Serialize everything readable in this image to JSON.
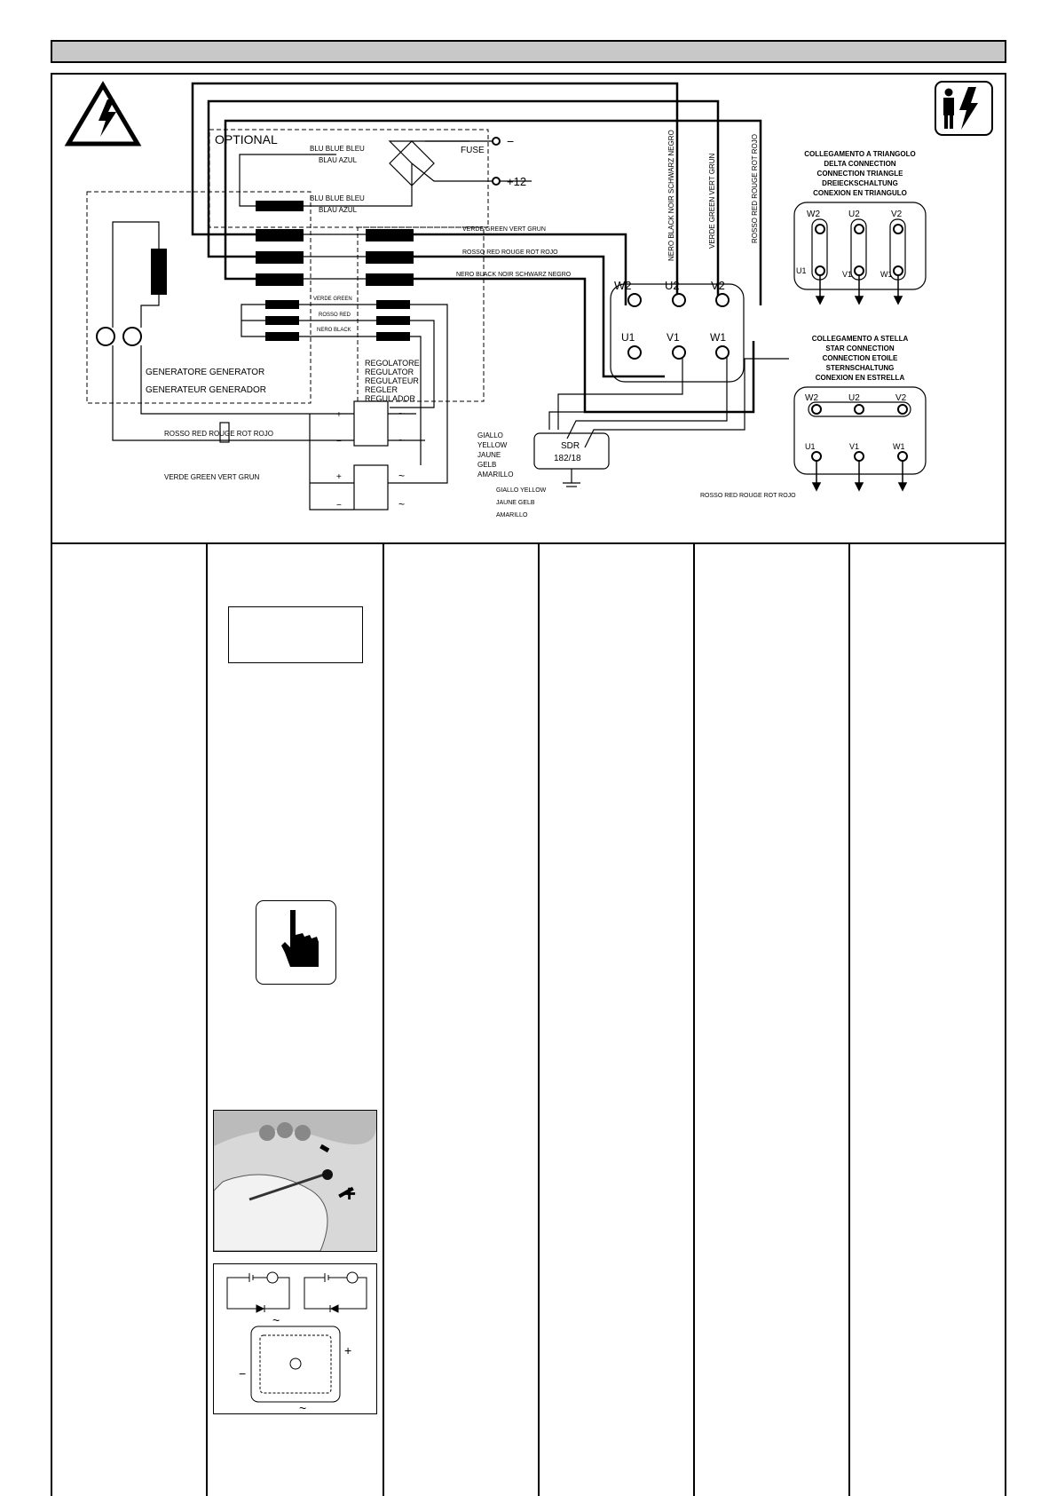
{
  "diagram": {
    "optional_label": "OPTIONAL",
    "fuse_label": "FUSE",
    "minus_label": "−",
    "plus12_label": "+12",
    "blue_wire_1a": "BLU BLUE BLEU",
    "blue_wire_1b": "BLAU AZUL",
    "blue_wire_2a": "BLU BLUE BLEU",
    "blue_wire_2b": "BLAU AZUL",
    "verde_main": "VERDE GREEN VERT GRUN",
    "rosso_main": "ROSSO RED ROUGE ROT ROJO",
    "nero_main": "NERO BLACK NOIR SCHWARZ NEGRO",
    "verde_short": "VERDE GREEN",
    "rosso_short": "ROSSO RED",
    "nero_short": "NERO BLACK",
    "generator_line1": "GENERATORE GENERATOR",
    "generator_line2": "GENERATEUR GENERADOR",
    "regulator_lines": [
      "REGOLATORE",
      "REGULATOR",
      "REGULATEUR",
      "REGLER",
      "REGULADOR"
    ],
    "vertical_nero": "NERO BLACK NOIR SCHWARZ NEGRO",
    "vertical_verde": "VERDE GREEN VERT GRUN",
    "vertical_rosso": "ROSSO RED ROUGE ROT ROJO",
    "terminals_top": [
      "W2",
      "U2",
      "V2"
    ],
    "terminals_bottom": [
      "U1",
      "V1",
      "W1"
    ],
    "rosso_bottom": "ROSSO RED ROUGE ROT ROJO",
    "verde_bottom": "VERDE GREEN VERT GRUN",
    "giallo_lines": [
      "GIALLO",
      "YELLOW",
      "JAUNE",
      "GELB",
      "AMARILLO"
    ],
    "sdr_lines": [
      "SDR",
      "182/18"
    ],
    "giallo_sdr_lines": [
      "GIALLO YELLOW",
      "JAUNE GELB",
      "AMARILLO"
    ],
    "rosso_sdr": "ROSSO RED ROUGE ROT ROJO",
    "plus_sign": "+",
    "minus_sign": "−",
    "ac_sign": "~"
  },
  "delta": {
    "title_lines": [
      "COLLEGAMENTO A TRIANGOLO",
      "DELTA CONNECTION",
      "CONNECTION TRIANGLE",
      "DREIECKSCHALTUNG",
      "CONEXION EN TRIANGULO"
    ],
    "top_labels": [
      "W2",
      "U2",
      "V2"
    ],
    "bottom_labels": [
      "U1",
      "V1",
      "W1"
    ]
  },
  "star": {
    "title_lines": [
      "COLLEGAMENTO A STELLA",
      "STAR CONNECTION",
      "CONNECTION ETOILE",
      "STERNSCHALTUNG",
      "CONEXION EN ESTRELLA"
    ],
    "top_labels": [
      "W2",
      "U2",
      "V2"
    ],
    "bottom_labels": [
      "U1",
      "V1",
      "W1"
    ]
  },
  "icons": {
    "warning": "high-voltage-warning-icon",
    "person_voltage": "electrician-voltage-icon",
    "pointing_hand": "pointing-hand-icon"
  },
  "diode_test": {
    "plus": "+",
    "minus": "−",
    "ac": "~"
  }
}
